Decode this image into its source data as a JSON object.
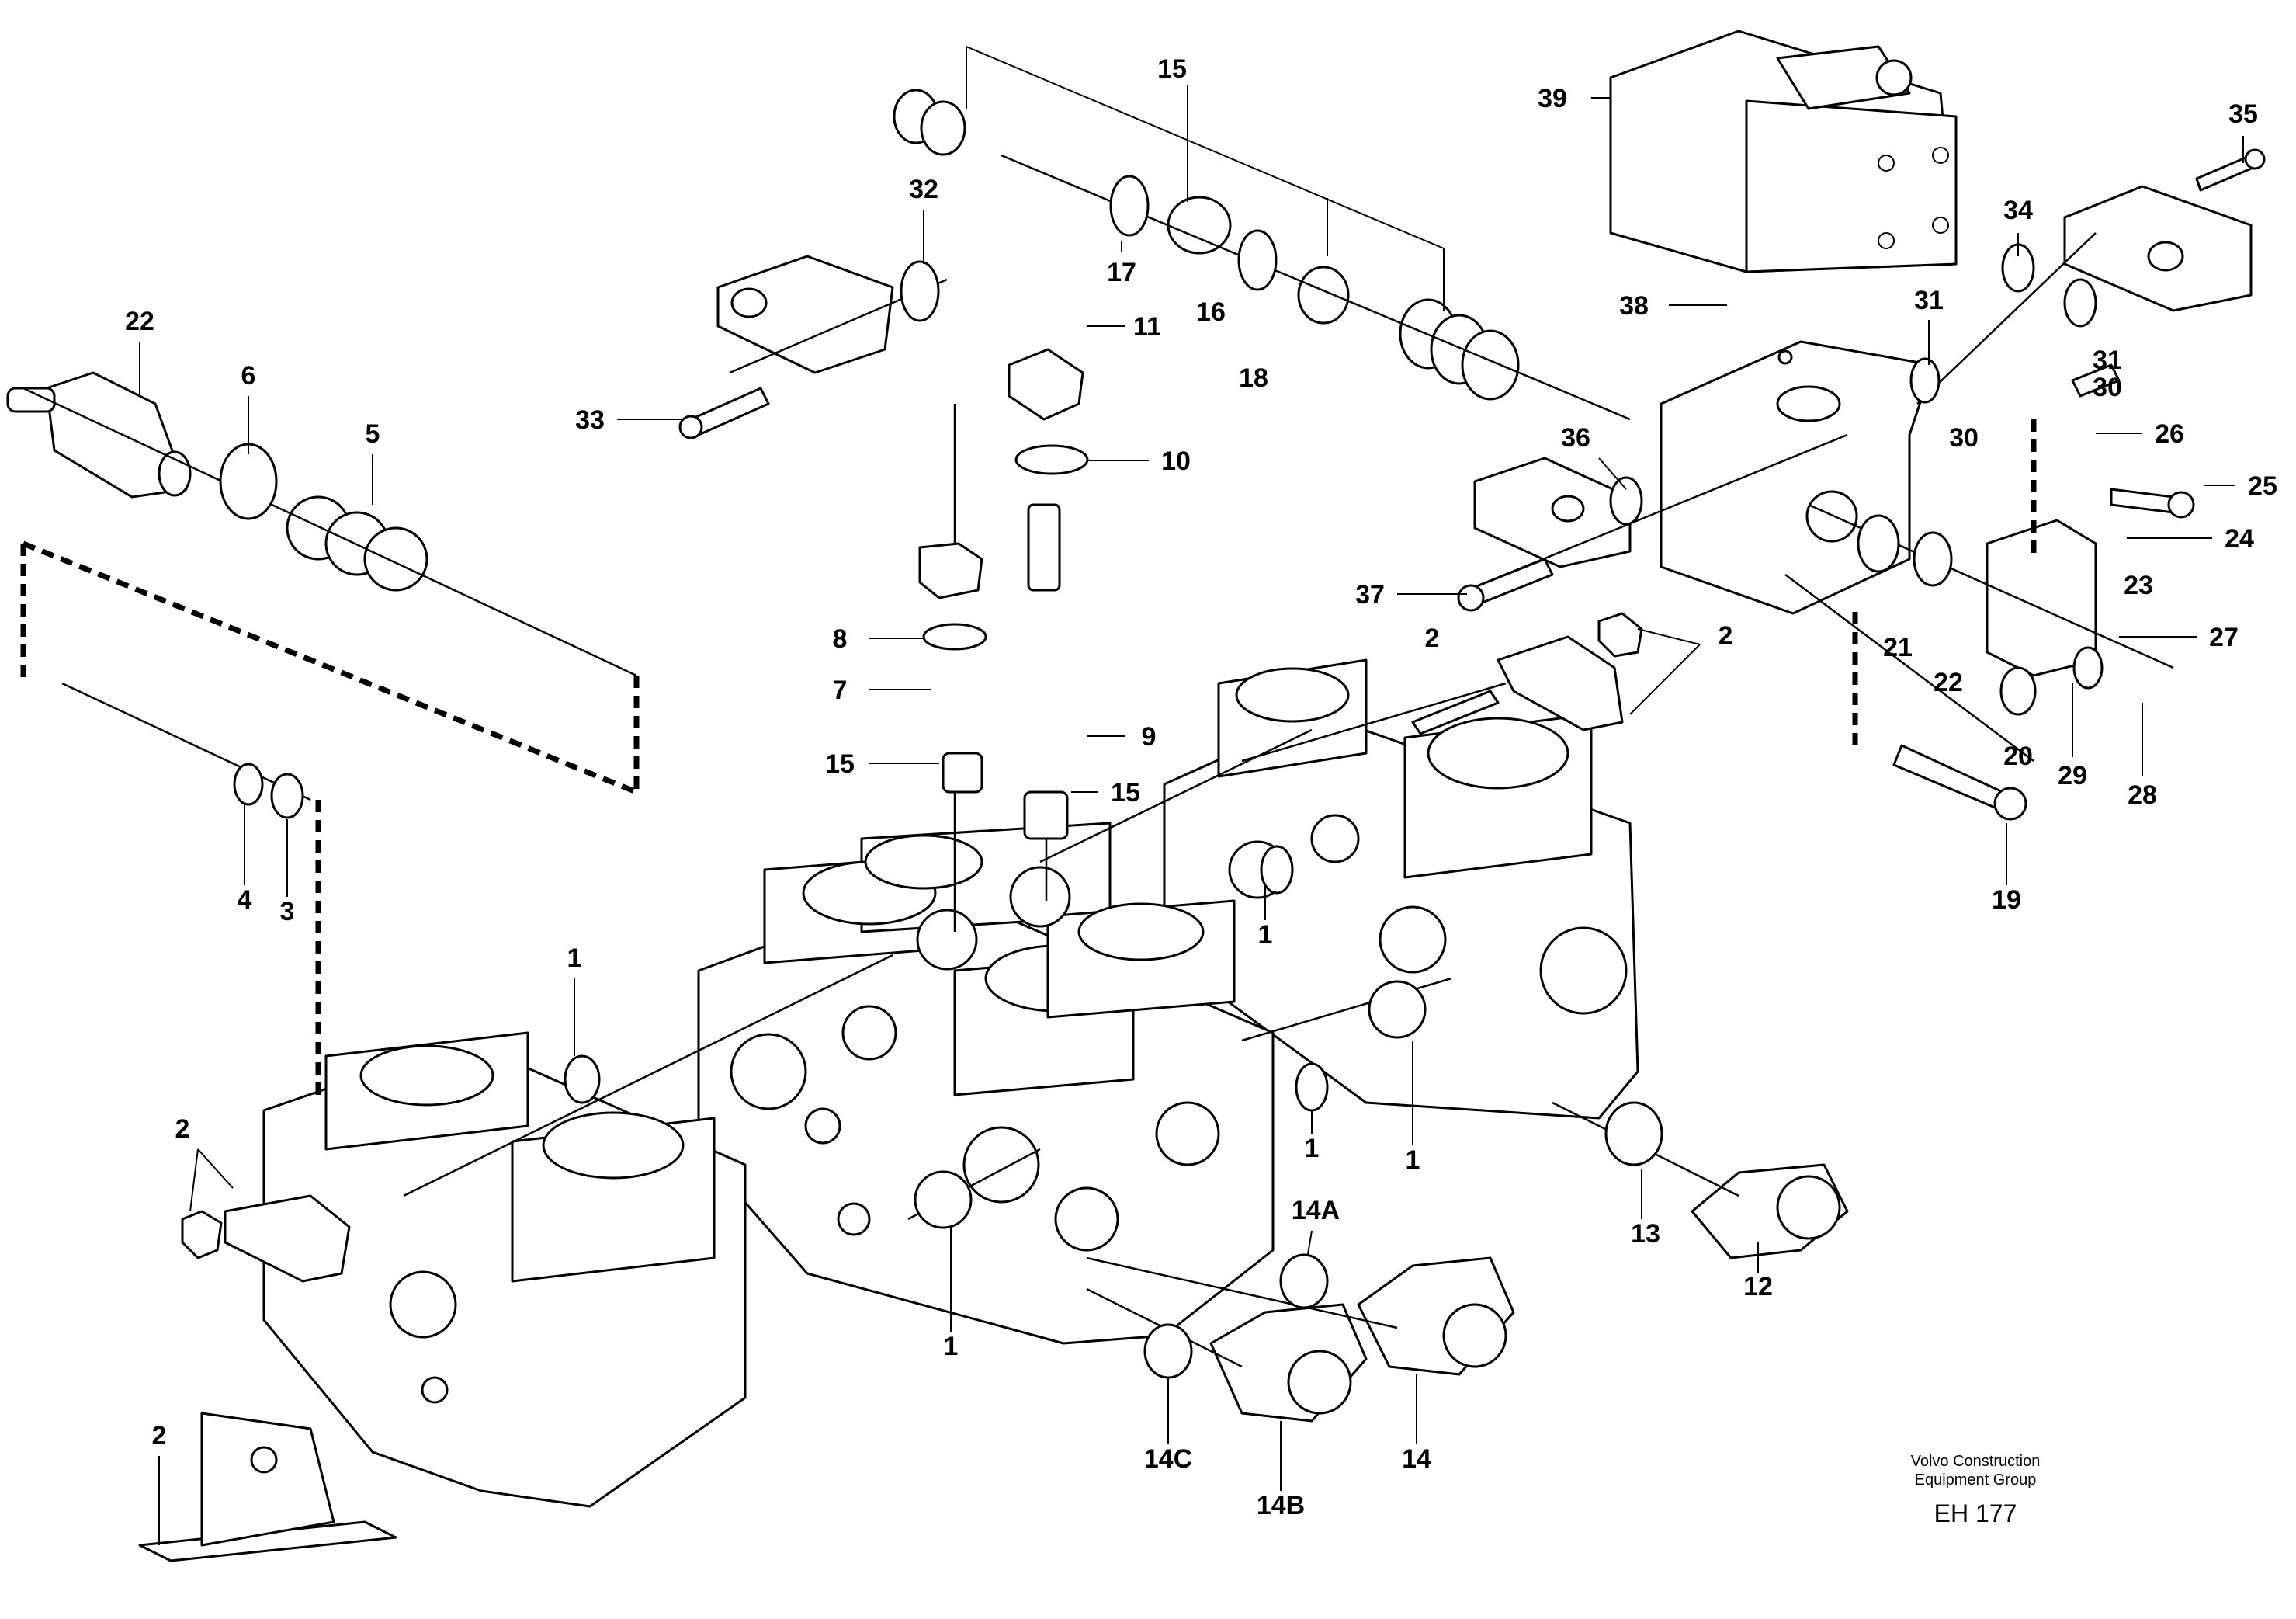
{
  "labels": {
    "l1a": "1",
    "l1b": "1",
    "l1c": "1",
    "l1d": "1",
    "l1e": "1",
    "l2a": "2",
    "l2b": "2",
    "l2c": "2",
    "l2d": "2",
    "l3": "3",
    "l4": "4",
    "l5": "5",
    "l6": "6",
    "l7": "7",
    "l8": "8",
    "l9": "9",
    "l10": "10",
    "l11": "11",
    "l12": "12",
    "l13": "13",
    "l14": "14",
    "l14a": "14A",
    "l14b": "14B",
    "l14c": "14C",
    "l15a": "15",
    "l15b": "15",
    "l15c": "15",
    "l16": "16",
    "l17": "17",
    "l18": "18",
    "l19": "19",
    "l20": "20",
    "l21": "21",
    "l22a": "22",
    "l22b": "22",
    "l23": "23",
    "l24": "24",
    "l25": "25",
    "l26": "26",
    "l27": "27",
    "l28": "28",
    "l29": "29",
    "l30a": "30",
    "l30b": "30",
    "l31a": "31",
    "l31b": "31",
    "l32": "32",
    "l33": "33",
    "l34": "34",
    "l35": "35",
    "l36": "36",
    "l37": "37",
    "l38": "38",
    "l39": "39"
  },
  "caption": {
    "line1": "Volvo Construction",
    "line2": "Equipment Group",
    "code": "EH 177"
  }
}
